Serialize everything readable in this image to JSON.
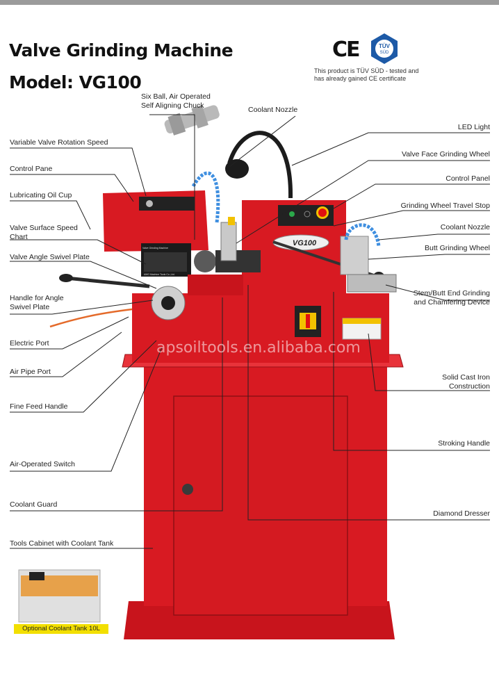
{
  "header": {
    "title": "Valve Grinding Machine",
    "model": "Model: VG100"
  },
  "certification": {
    "ce_mark": "CE",
    "tuv_top": "TÜV",
    "tuv_bottom": "SÜD",
    "note_line1": "This product is TÜV SÜD - tested and",
    "note_line2": "has already gained CE certificate"
  },
  "machine": {
    "badge": "VG100",
    "plate_title": "Valve Grinding Machine",
    "plate_maker": "AMG Machine Tools Co.,Ltd."
  },
  "watermark": "apsoiltools.en.alibaba.com",
  "labels_left": [
    "Six Ball, Air Operated",
    "Self Aligning Chuck",
    "Variable Valve Rotation Speed",
    "Control Pane",
    "Lubricating Oil Cup",
    "Valve Surface Speed",
    "Chart",
    "Valve Angle Swivel Plate",
    "Handle for Angle",
    "Swivel Plate",
    "Electric Port",
    "Air Pipe Port",
    "Fine Feed Handle",
    "Air-Operated Switch",
    "Coolant Guard",
    "Tools Cabinet with Coolant Tank"
  ],
  "labels_right": [
    "Coolant Nozzle",
    "LED Light",
    "Valve Face Grinding Wheel",
    "Control Panel",
    "Grinding Wheel Travel Stop",
    "Coolant Nozzle",
    "Butt Grinding Wheel",
    "Stem/Butt End Grinding",
    "and Chamfering Device",
    "Solid Cast Iron",
    "Construction",
    "Stroking Handle",
    "Diamond Dresser"
  ],
  "optional_tank": "Optional Coolant Tank 10L"
}
